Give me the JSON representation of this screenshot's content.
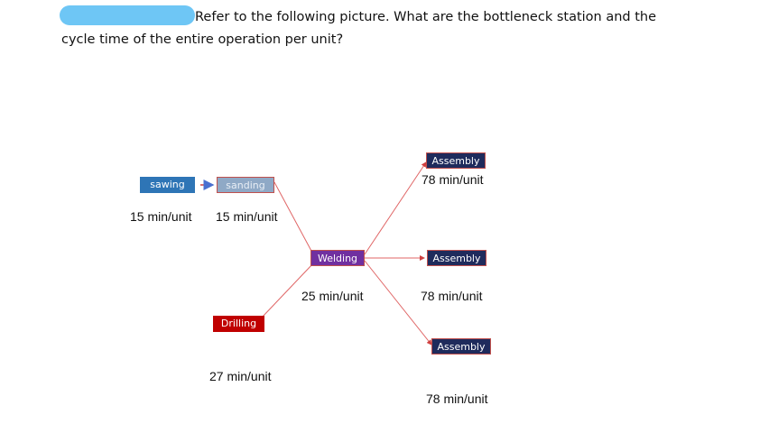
{
  "question": {
    "line1": "Refer to the following picture.  What are the bottleneck station and the",
    "line2": "cycle time of the entire operation per unit?"
  },
  "diagram": {
    "stations": {
      "sawing": {
        "label": "sawing",
        "time": "15 min/unit"
      },
      "sanding": {
        "label": "sanding",
        "time": "15 min/unit"
      },
      "welding": {
        "label": "Welding",
        "time": "25 min/unit"
      },
      "drilling": {
        "label": "Drilling",
        "time": "27 min/unit"
      },
      "assembly_1": {
        "label": "Assembly",
        "time": "78 min/unit"
      },
      "assembly_2": {
        "label": "Assembly",
        "time": "78 min/unit"
      },
      "assembly_3": {
        "label": "Assembly",
        "time": "78 min/unit"
      }
    },
    "colors": {
      "sawing": "#2e75b6",
      "sanding": "#8fa9c6",
      "welding": "#7030a0",
      "drilling": "#c00000",
      "assembly": "#1f2b5c",
      "connector_line": "#e06666",
      "arrow": "#4a6fd0"
    }
  }
}
